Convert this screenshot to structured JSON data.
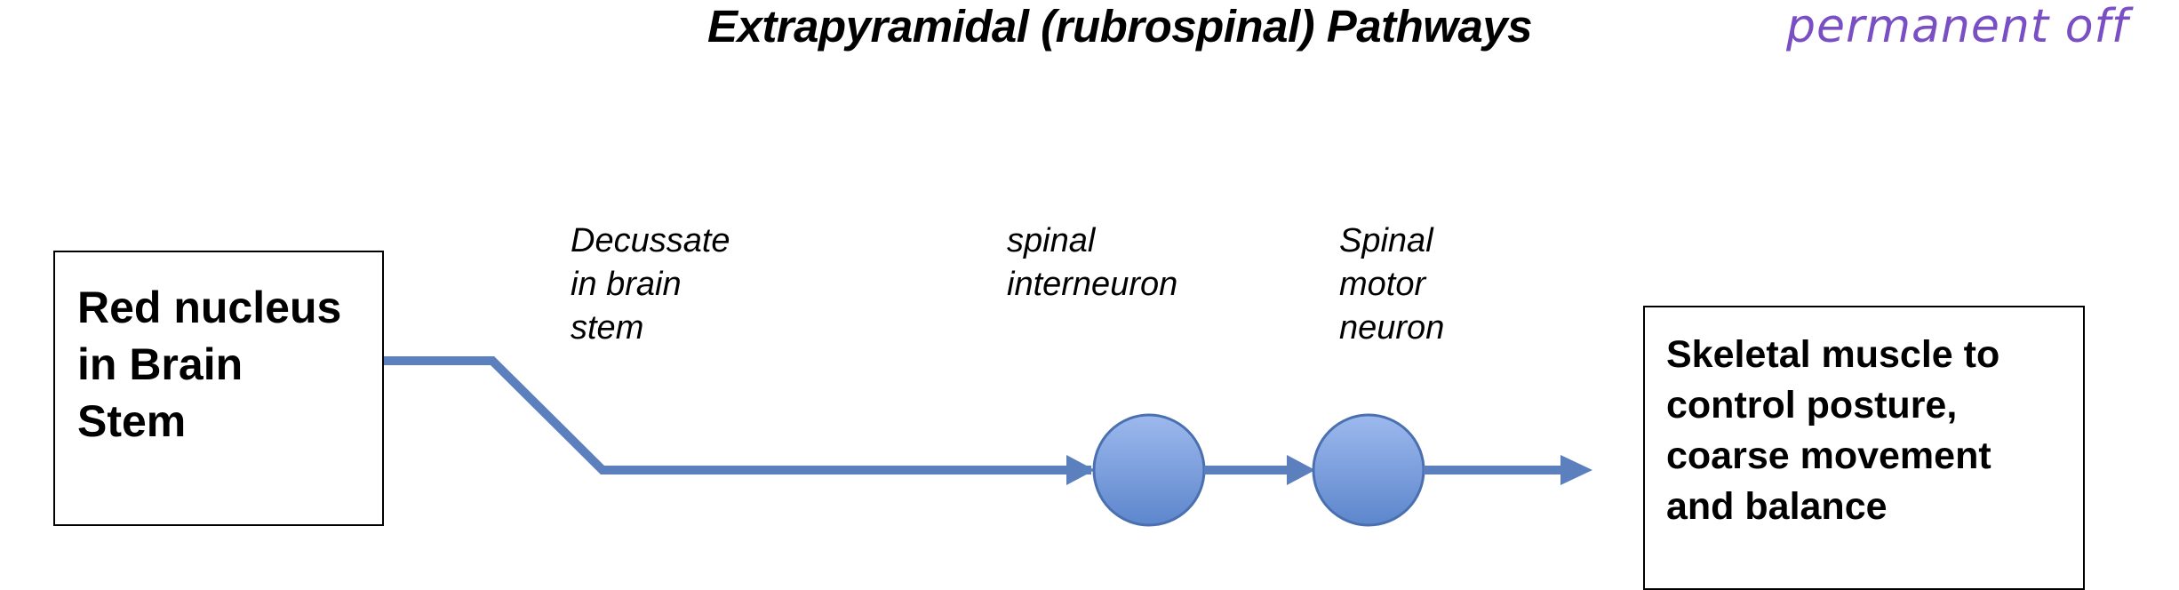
{
  "title": "Extrapyramidal (rubrospinal) Pathways",
  "handwritten_note": "permanent off",
  "colors": {
    "pathway": "#5b80bd",
    "node_light": "#9db9ee",
    "node_dark": "#5d86cc",
    "node_stroke": "#4a70b0",
    "note": "#7a4fc4"
  },
  "source_box": {
    "label": "Red nucleus\nin Brain\nStem"
  },
  "target_box": {
    "label": "Skeletal muscle to\ncontrol posture,\ncoarse movement\nand balance"
  },
  "labels": {
    "decussate": "Decussate\nin brain\nstem",
    "interneuron": " spinal\ninterneuron",
    "motor_neuron": "Spinal\nmotor\nneuron"
  },
  "nodes": [
    {
      "name": "spinal interneuron"
    },
    {
      "name": "spinal motor neuron"
    }
  ]
}
